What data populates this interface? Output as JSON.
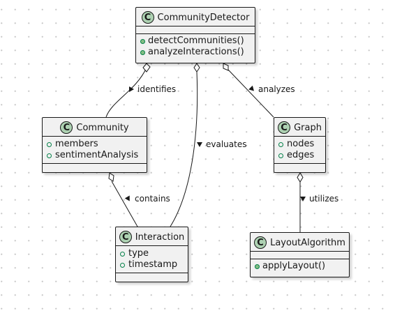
{
  "classes": {
    "community_detector": {
      "name": "CommunityDetector",
      "badge": "C",
      "fields": [],
      "methods": [
        "detectCommunities()",
        "analyzeInteractions()"
      ]
    },
    "community": {
      "name": "Community",
      "badge": "C",
      "fields": [
        "members",
        "sentimentAnalysis"
      ],
      "methods": []
    },
    "graph": {
      "name": "Graph",
      "badge": "C",
      "fields": [
        "nodes",
        "edges"
      ],
      "methods": []
    },
    "interaction": {
      "name": "Interaction",
      "badge": "C",
      "fields": [
        "type",
        "timestamp"
      ],
      "methods": []
    },
    "layout_algorithm": {
      "name": "LayoutAlgorithm",
      "badge": "C",
      "fields": [],
      "methods": [
        "applyLayout()"
      ]
    }
  },
  "relations": {
    "identifies": {
      "label": "identifies",
      "from": "CommunityDetector",
      "to": "Community",
      "kind": "aggregation"
    },
    "evaluates": {
      "label": "evaluates",
      "from": "CommunityDetector",
      "to": "Interaction",
      "kind": "aggregation"
    },
    "analyzes": {
      "label": "analyzes",
      "from": "CommunityDetector",
      "to": "Graph",
      "kind": "aggregation"
    },
    "contains": {
      "label": "contains",
      "from": "Community",
      "to": "Interaction",
      "kind": "aggregation"
    },
    "utilizes": {
      "label": "utilizes",
      "from": "Graph",
      "to": "LayoutAlgorithm",
      "kind": "aggregation"
    }
  },
  "colors": {
    "class_fill": "#f1f1f1",
    "badge_fill": "#add1b2",
    "line": "#181818",
    "field_marker": "#038048",
    "method_marker": "#84be84"
  }
}
